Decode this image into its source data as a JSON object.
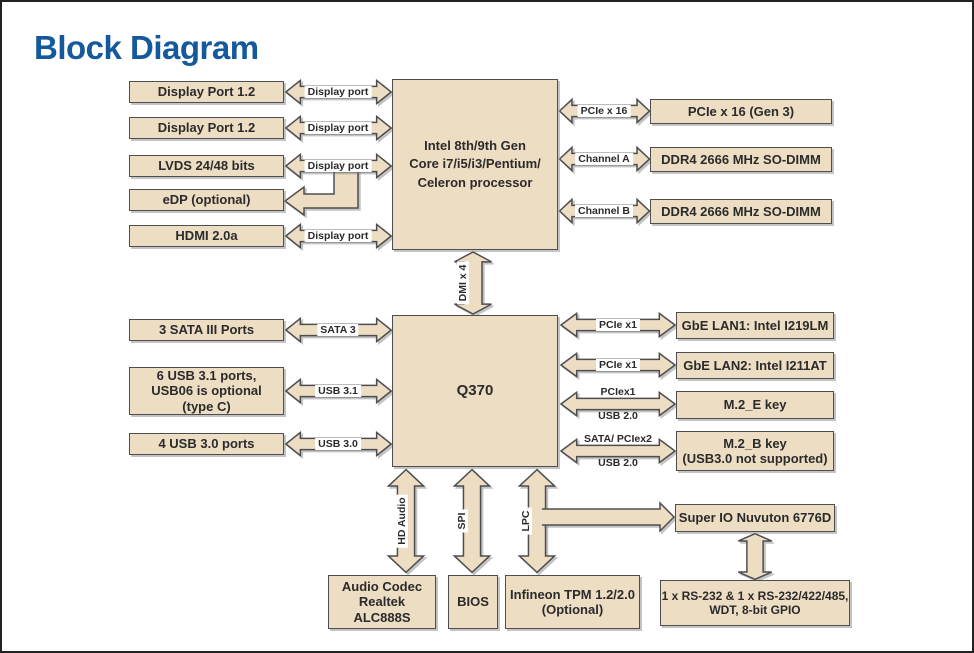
{
  "title": "Block Diagram",
  "colors": {
    "title_blue": "#14599B",
    "box_fill": "#ECDDC3",
    "box_border": "#4E4E50"
  },
  "cpu": {
    "label": "Intel 8th/9th Gen\nCore i7/i5/i3/Pentium/\nCeleron processor"
  },
  "pch": {
    "label": "Q370"
  },
  "left_top": {
    "boxes": [
      "Display Port 1.2",
      "Display Port 1.2",
      "LVDS 24/48 bits",
      "eDP (optional)",
      "HDMI 2.0a"
    ],
    "arrows": [
      "Display port",
      "Display port",
      "Display port",
      "Display port"
    ]
  },
  "right_top": {
    "boxes": [
      "PCIe x 16 (Gen 3)",
      "DDR4 2666 MHz SO-DIMM",
      "DDR4 2666 MHz SO-DIMM"
    ],
    "arrows": [
      "PCIe x 16",
      "Channel A",
      "Channel B"
    ]
  },
  "dmi_label": "DMI x 4",
  "left_mid": {
    "boxes": [
      "3 SATA III Ports",
      "6 USB 3.1 ports,\nUSB06 is optional\n(type C)",
      "4 USB 3.0 ports"
    ],
    "arrows": [
      "SATA 3",
      "USB 3.1",
      "USB 3.0"
    ]
  },
  "right_mid": {
    "boxes": [
      "GbE LAN1: Intel I219LM",
      "GbE LAN2: Intel I211AT",
      "M.2_E key",
      "M.2_B key\n(USB3.0 not supported)"
    ],
    "arrows": [
      "PCIe x1",
      "PCIe x1"
    ],
    "dual_labels": [
      {
        "top": "PCIex1",
        "bottom": "USB 2.0"
      },
      {
        "top": "SATA/ PCIex2",
        "bottom": "USB 2.0"
      }
    ]
  },
  "bottom": {
    "boxes": [
      "Audio Codec\nRealtek ALC888S",
      "BIOS",
      "Infineon TPM 1.2/2.0\n(Optional)"
    ],
    "arrows": [
      "HD Audio",
      "SPI",
      "LPC"
    ]
  },
  "super_io": {
    "label": "Super IO Nuvuton 6776D"
  },
  "serial": {
    "label": "1 x RS-232 & 1 x RS-232/422/485,\nWDT, 8-bit GPIO"
  }
}
